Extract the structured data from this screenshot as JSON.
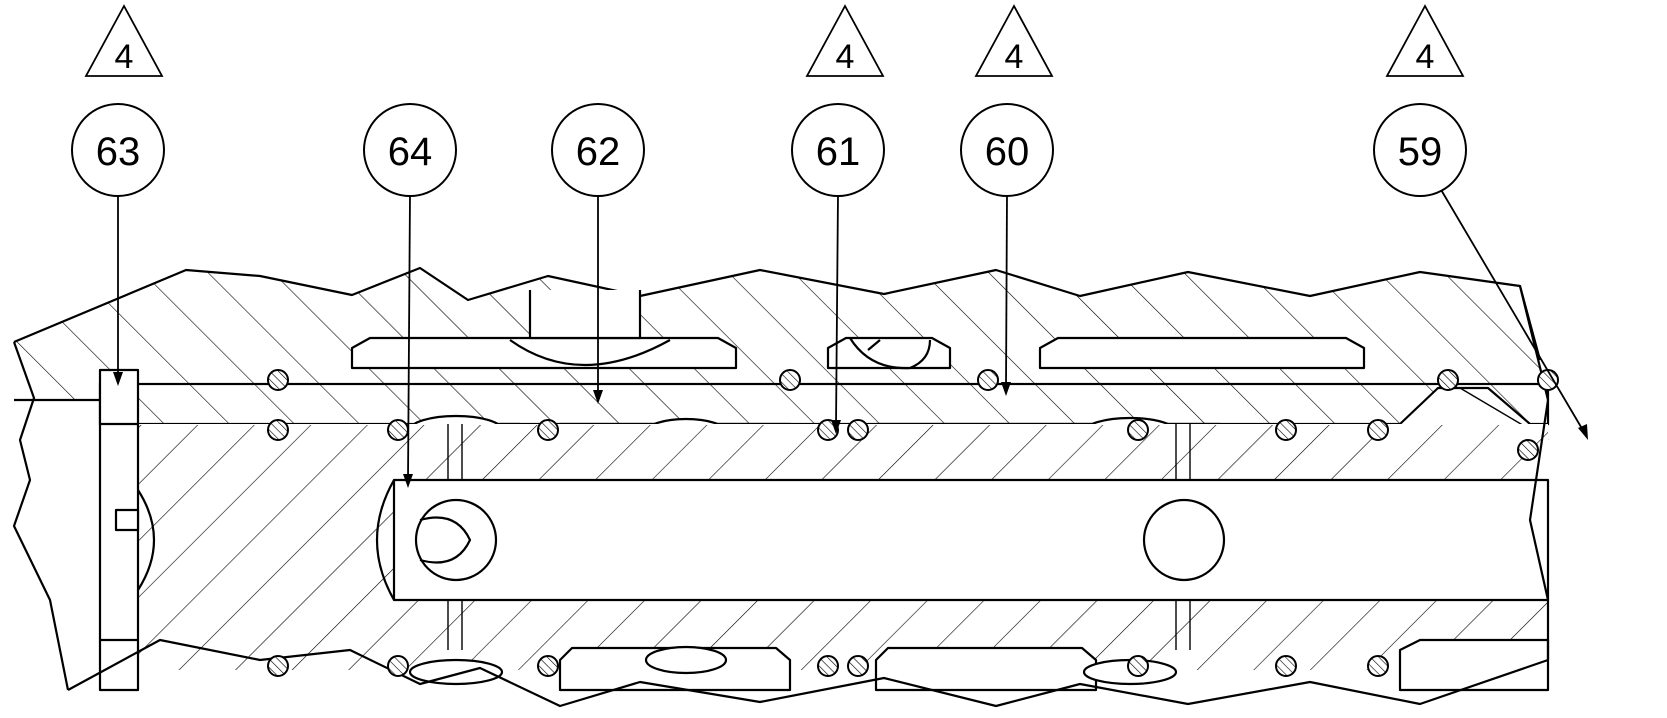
{
  "drawing": {
    "callouts": [
      {
        "id": "63",
        "note": "4"
      },
      {
        "id": "64",
        "note": ""
      },
      {
        "id": "62",
        "note": ""
      },
      {
        "id": "61",
        "note": "4"
      },
      {
        "id": "60",
        "note": "4"
      },
      {
        "id": "59",
        "note": "4"
      }
    ]
  },
  "colors": {
    "line": "#000000",
    "background": "#ffffff"
  }
}
